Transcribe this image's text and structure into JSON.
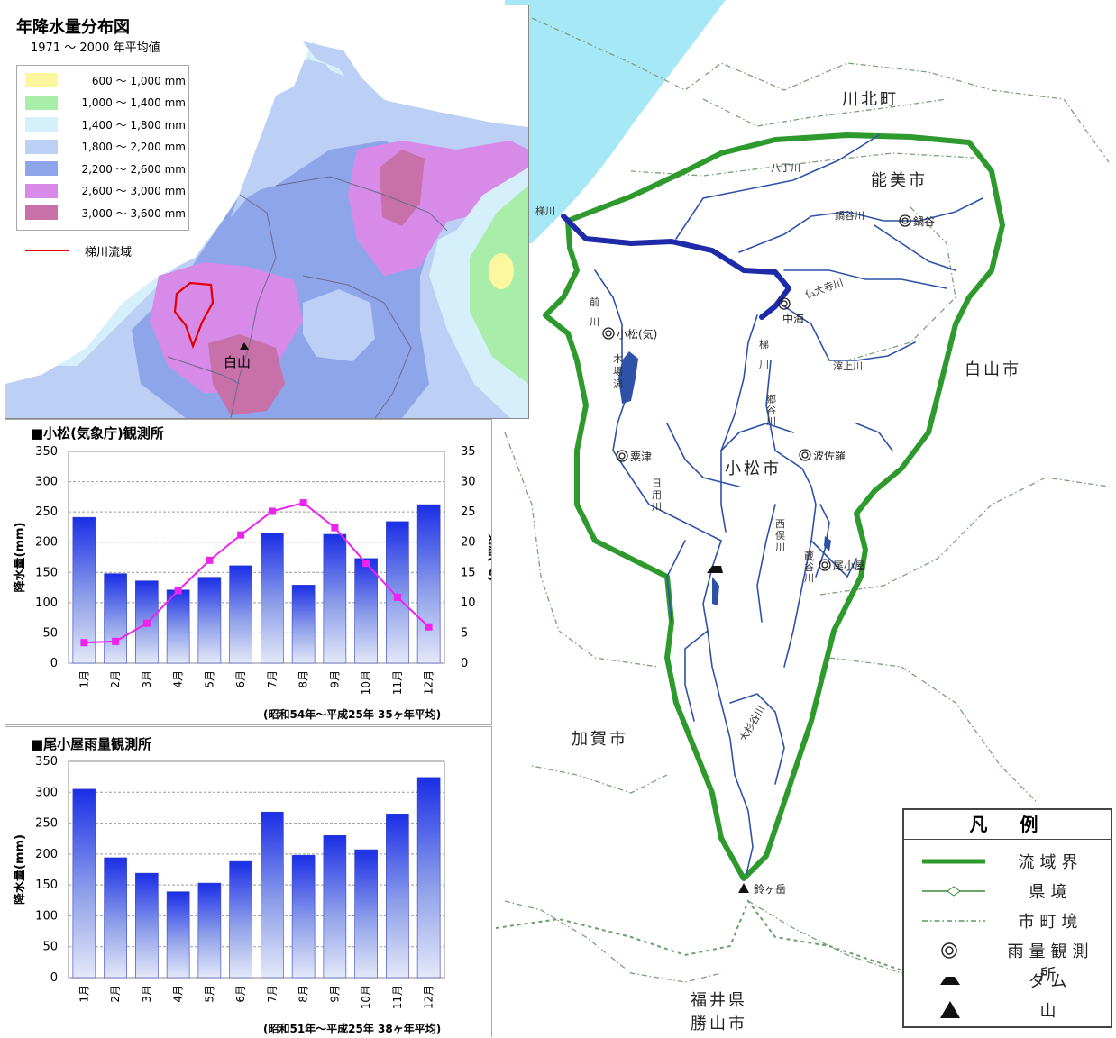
{
  "precip_map": {
    "title": "年降水量分布図",
    "subtitle": "1971 ～ 2000 年平均値",
    "legend": [
      {
        "label": "600 ～ 1,000 mm",
        "color": "#fdf7a0"
      },
      {
        "label": "1,000 ～ 1,400 mm",
        "color": "#a8eea8"
      },
      {
        "label": "1,400 ～ 1,800 mm",
        "color": "#d6f0fb"
      },
      {
        "label": "1,800 ～ 2,200 mm",
        "color": "#bcd0f5"
      },
      {
        "label": "2,200 ～ 2,600 mm",
        "color": "#8fa5ea"
      },
      {
        "label": "2,600 ～ 3,000 mm",
        "color": "#d88ae8"
      },
      {
        "label": "3,000 ～ 3,600 mm",
        "color": "#c870a8"
      }
    ],
    "basin_label": "梯川流域",
    "mountain_label": "白山"
  },
  "charts": {
    "komatsu_title": "■小松(気象庁)観測所",
    "komatsu_note": "(昭和54年～平成25年 35ヶ年平均)",
    "okoya_title": "■尾小屋雨量観測所",
    "okoya_note": "(昭和51年～平成25年 38ヶ年平均)",
    "y_left_label": "降水量(mm)",
    "y_right_label": "気温(℃)"
  },
  "chart_data": [
    {
      "type": "bar",
      "title": "■小松(気象庁)観測所",
      "categories": [
        "1月",
        "2月",
        "3月",
        "4月",
        "5月",
        "6月",
        "7月",
        "8月",
        "9月",
        "10月",
        "11月",
        "12月"
      ],
      "series": [
        {
          "name": "降水量",
          "values": [
            241,
            148,
            136,
            121,
            142,
            161,
            215,
            129,
            213,
            173,
            234,
            262
          ]
        },
        {
          "name": "気温",
          "type": "line",
          "values": [
            3.4,
            3.6,
            6.6,
            12.0,
            17.0,
            21.2,
            25.1,
            26.5,
            22.4,
            16.5,
            10.9,
            6.0
          ]
        }
      ],
      "ylabel": "降水量(mm)",
      "ylabel_right": "気温(℃)",
      "ylim": [
        0,
        350
      ],
      "ylim_right": [
        0,
        35
      ],
      "yticks": [
        0,
        50,
        100,
        150,
        200,
        250,
        300,
        350
      ],
      "yticks_right": [
        0,
        5,
        10,
        15,
        20,
        25,
        30,
        35
      ],
      "grid": true
    },
    {
      "type": "bar",
      "title": "■尾小屋雨量観測所",
      "categories": [
        "1月",
        "2月",
        "3月",
        "4月",
        "5月",
        "6月",
        "7月",
        "8月",
        "9月",
        "10月",
        "11月",
        "12月"
      ],
      "series": [
        {
          "name": "降水量",
          "values": [
            305,
            194,
            169,
            139,
            153,
            188,
            268,
            198,
            230,
            207,
            265,
            324
          ]
        }
      ],
      "ylabel": "降水量(mm)",
      "ylim": [
        0,
        350
      ],
      "yticks": [
        0,
        50,
        100,
        150,
        200,
        250,
        300,
        350
      ],
      "grid": true
    }
  ],
  "basin_map": {
    "places": {
      "kawakita": "川北町",
      "nomi": "能美市",
      "hakusan": "白山市",
      "komatsu": "小松市",
      "kaga": "加賀市",
      "fukui": "福井県",
      "katsuyama": "勝山市"
    },
    "rivers": {
      "kakehashi_mouth": "梯川",
      "hacchou": "八丁川",
      "nabedani": "鍋谷川",
      "kakehashi_main": "梯川",
      "maekawa": "前川",
      "kibadagata": "木場潟",
      "otera": "仏大寺川",
      "jouge": "滓上川",
      "goudani": "郷谷川",
      "nishimata": "西俣川",
      "kuradani": "蔵谷川",
      "ooshou": "大杉谷川",
      "nippongi": "日用川"
    },
    "stations": {
      "nabedani": "鍋谷",
      "nakami": "中海",
      "komatsu": "小松(気)",
      "awazu": "粟津",
      "hasara": "波佐羅",
      "okoya": "尾小屋"
    },
    "peak": "鈴ヶ岳"
  },
  "map_legend": {
    "title": "凡　例",
    "items": [
      {
        "symbol": "basin-boundary",
        "label": "流域界"
      },
      {
        "symbol": "prefecture-border",
        "label": "県境"
      },
      {
        "symbol": "municipal-border",
        "label": "市町境"
      },
      {
        "symbol": "rain-station",
        "label": "雨量観測所"
      },
      {
        "symbol": "dam",
        "label": "ダム"
      },
      {
        "symbol": "mountain",
        "label": "山"
      }
    ],
    "colors": {
      "basin": "#2e9a2e",
      "river": "#2d52a8",
      "main_river": "#1e2aa8"
    }
  }
}
